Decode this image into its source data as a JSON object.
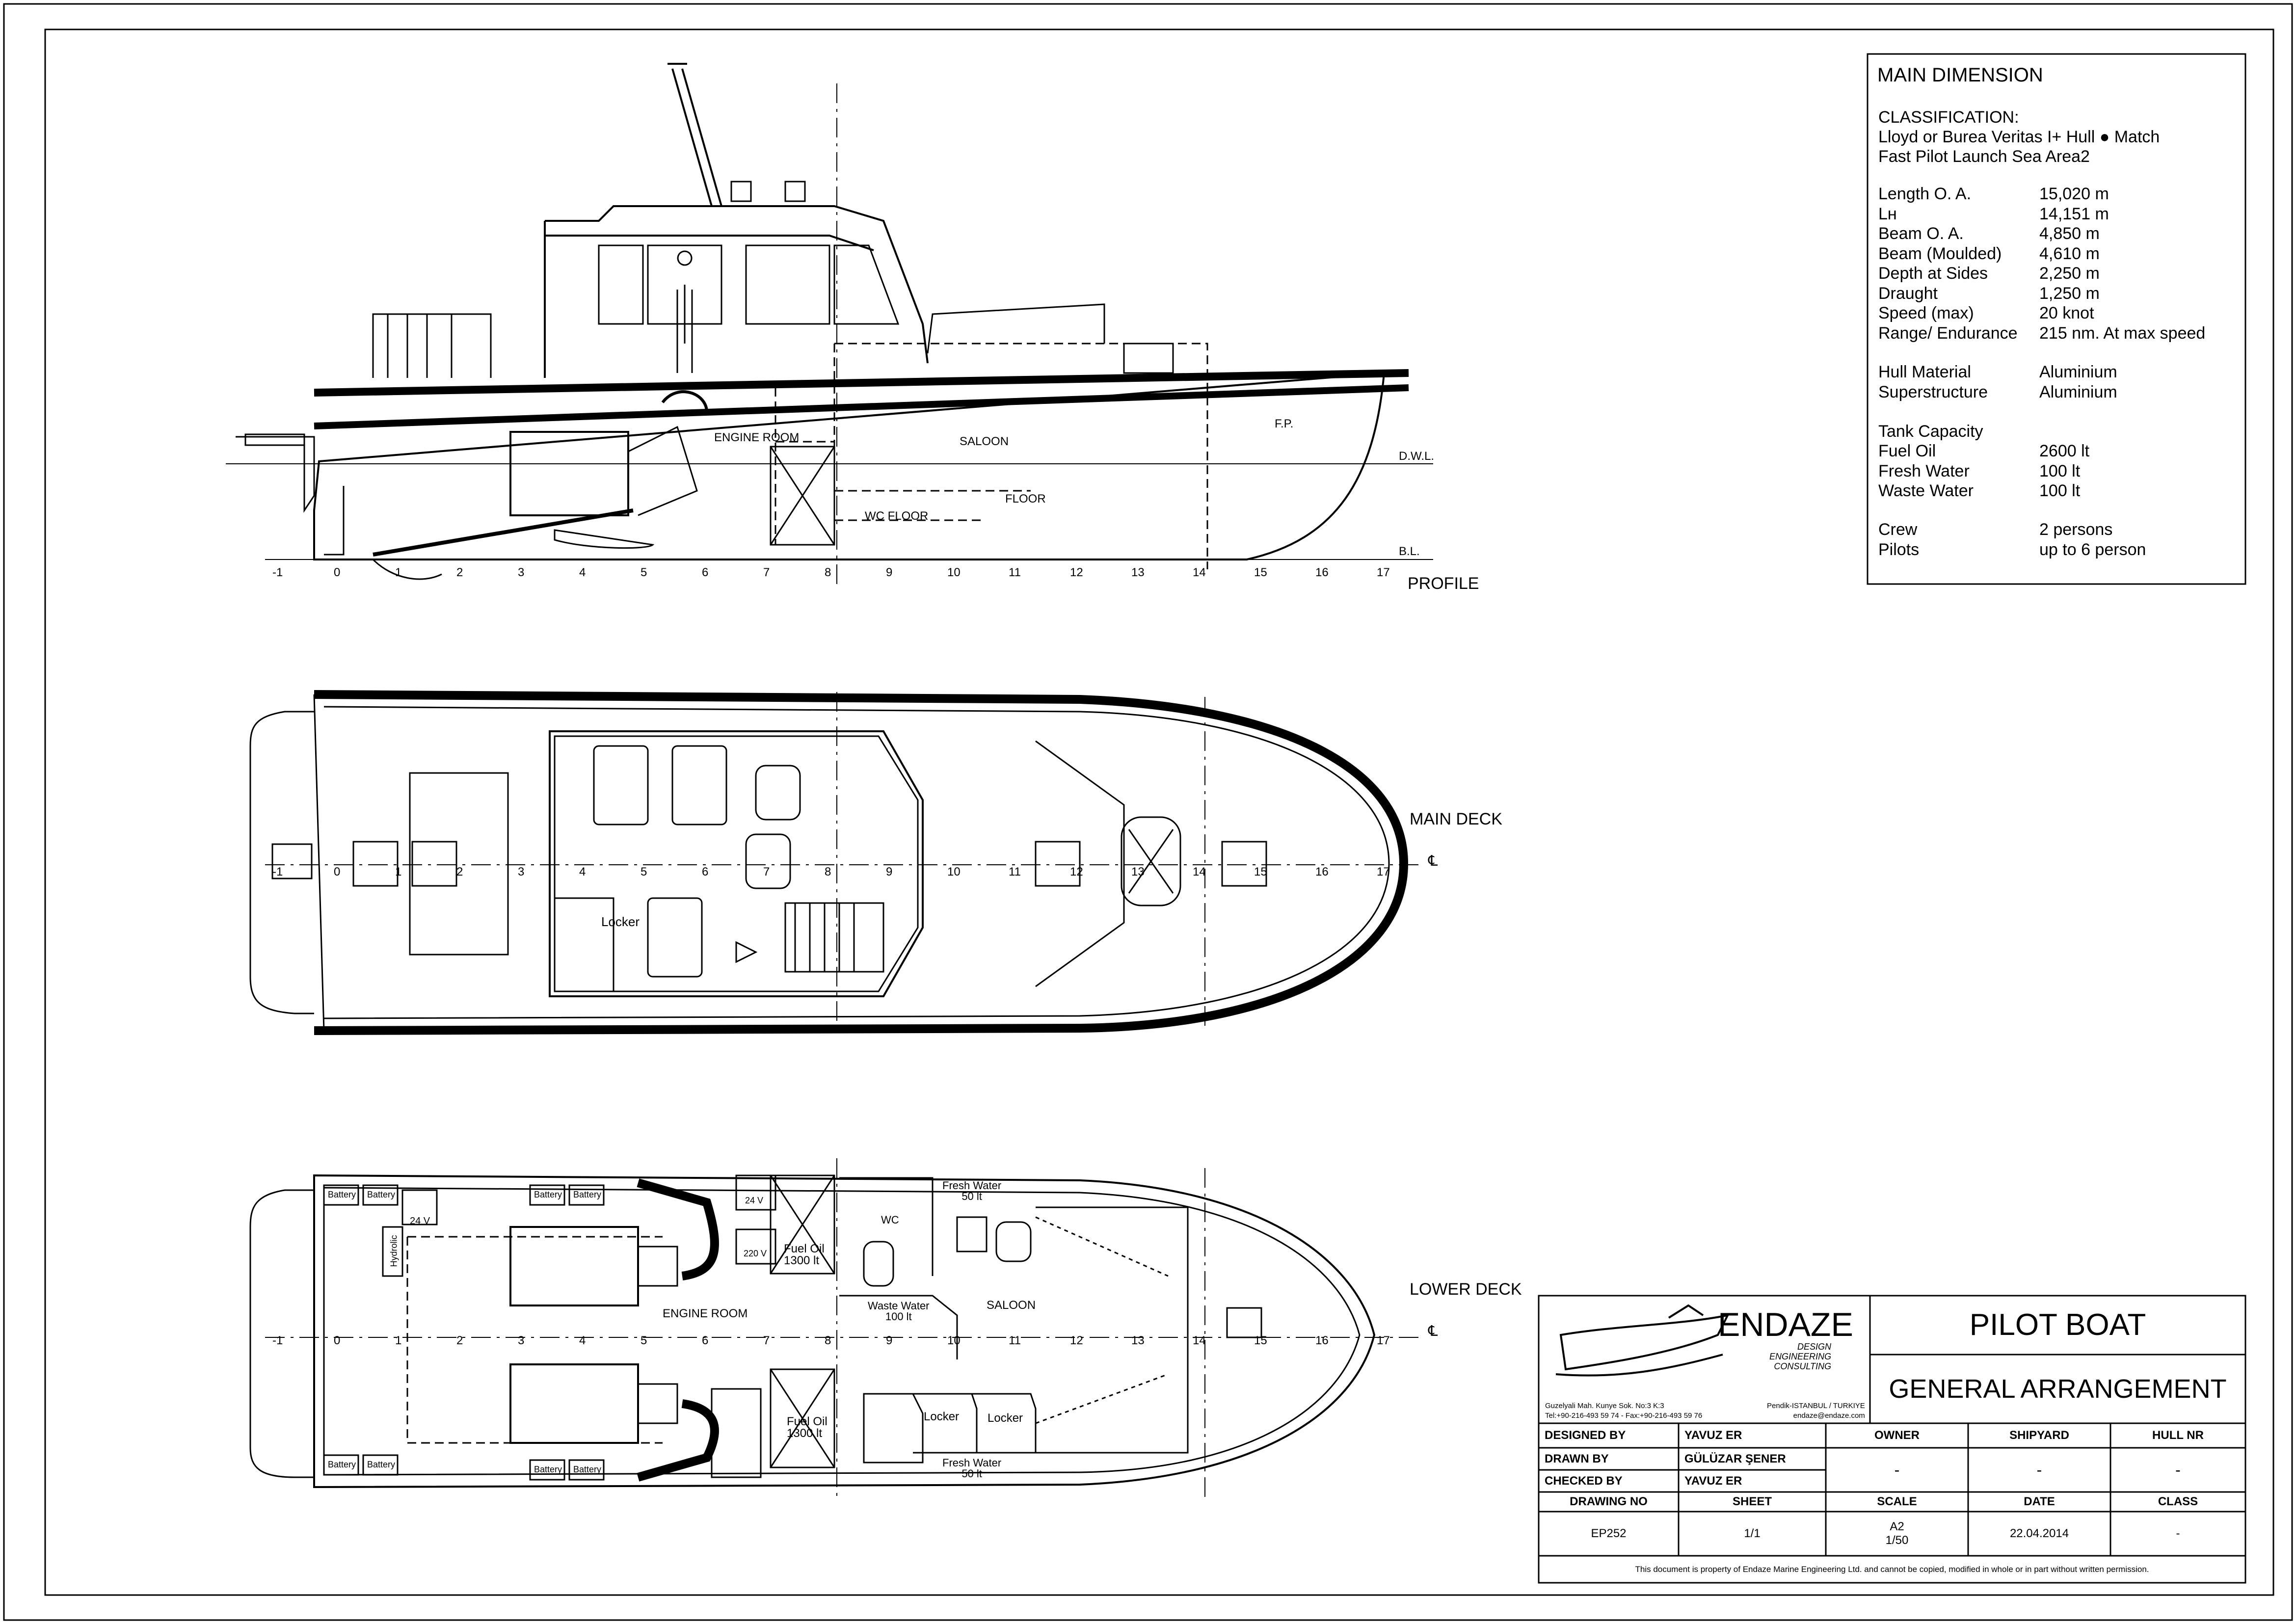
{
  "main_dimension": {
    "heading": "MAIN DIMENSION",
    "classification_label": "CLASSIFICATION:",
    "classification_line1": "Lloyd or Burea Veritas I+ Hull ● Match",
    "classification_line2": "Fast Pilot Launch  Sea Area2",
    "specs": [
      {
        "label": "Length O. A.",
        "value": "15,020  m"
      },
      {
        "label": "Lʜ",
        "value": "14,151  m"
      },
      {
        "label": "Beam O. A.",
        "value": "4,850    m"
      },
      {
        "label": "Beam (Moulded)",
        "value": "4,610    m"
      },
      {
        "label": "Depth at Sides",
        "value": "2,250    m"
      },
      {
        "label": "Draught",
        "value": "1,250    m"
      },
      {
        "label": "Speed (max)",
        "value": "20        knot"
      },
      {
        "label": "Range/ Endurance",
        "value": "215 nm. At max speed"
      }
    ],
    "materials": [
      {
        "label": "Hull Material",
        "value": "Aluminium"
      },
      {
        "label": "Superstructure",
        "value": "Aluminium"
      }
    ],
    "tank_heading": "Tank Capacity",
    "tanks": [
      {
        "label": "Fuel Oil",
        "value": "2600 lt"
      },
      {
        "label": "Fresh Water",
        "value": "100   lt"
      },
      {
        "label": "Waste Water",
        "value": "100   lt"
      }
    ],
    "people": [
      {
        "label": "Crew",
        "value": "2 persons"
      },
      {
        "label": "Pilots",
        "value": "up to 6 person"
      }
    ]
  },
  "views": {
    "profile": "PROFILE",
    "main_deck": "MAIN DECK",
    "lower_deck": "LOWER DECK"
  },
  "frame_numbers": [
    "-1",
    "0",
    "1",
    "2",
    "3",
    "4",
    "5",
    "6",
    "7",
    "8",
    "9",
    "10",
    "11",
    "12",
    "13",
    "14",
    "15",
    "16",
    "17"
  ],
  "profile_labels": {
    "engine_room": "ENGINE ROOM",
    "saloon": "SALOON",
    "fp": "F.P.",
    "dwl": "D.W.L.",
    "bl": "B.L.",
    "floor": "FLOOR",
    "wc_floor": "WC FLOOR"
  },
  "main_deck_labels": {
    "locker": "Locker",
    "centerline": "℄"
  },
  "lower_deck_labels": {
    "battery": "Battery",
    "v24": "24 V",
    "v220": "220 V",
    "hydrolic": "Hydrolic",
    "engine_room": "ENGINE ROOM",
    "fuel_oil_1": "Fuel Oil\n1300 lt",
    "fuel_oil_2": "Fuel Oil\n1300 lt",
    "fresh_water_1": "Fresh Water\n50 lt",
    "fresh_water_2": "Fresh Water\n50 lt",
    "waste_water": "Waste Water\n100 lt",
    "wc": "WC",
    "saloon": "SALOON",
    "locker": "Locker",
    "centerline": "℄"
  },
  "title_block": {
    "company": "ENDAZE",
    "tagline": "DESIGN\nENGINEERING\nCONSULTING",
    "address_left": "Guzelyali Mah. Kunye Sok. No:3 K:3\nTel:+90-216-493 59 74 - Fax:+90-216-493 59 76",
    "address_right": "Pendik-ISTANBUL / TURKIYE\nendaze@endaze.com",
    "project": "PILOT BOAT",
    "drawing_title": "GENERAL ARRANGEMENT",
    "designed_by_label": "DESIGNED BY",
    "designed_by": "YAVUZ ER",
    "drawn_by_label": "DRAWN BY",
    "drawn_by": "GÜLÜZAR ŞENER",
    "checked_by_label": "CHECKED BY",
    "checked_by": "YAVUZ ER",
    "owner_label": "OWNER",
    "owner": "-",
    "shipyard_label": "SHIPYARD",
    "shipyard": "-",
    "hull_nr_label": "HULL NR",
    "hull_nr": "-",
    "drawing_no_label": "DRAWING NO",
    "drawing_no": "EP252",
    "sheet_label": "SHEET",
    "sheet": "1/1",
    "scale_label": "SCALE",
    "scale": "A2\n1/50",
    "date_label": "DATE",
    "date": "22.04.2014",
    "class_label": "CLASS",
    "class": "-",
    "notice": "This document is property of  Endaze Marine Engineering Ltd. and cannot be copied, modified in whole or in part without written permission."
  }
}
